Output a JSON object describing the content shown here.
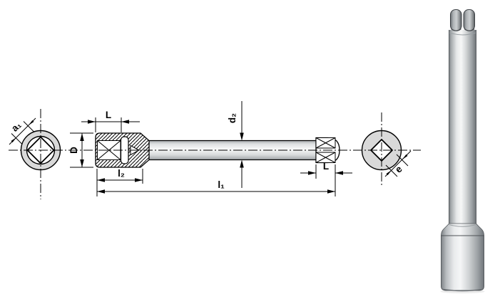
{
  "figure": {
    "labels": {
      "a1": "a₁",
      "D": "D",
      "L_top": "L",
      "d2": "d₂",
      "L_right": "L",
      "l2": "l₂",
      "l1": "l₁",
      "e": "e"
    },
    "colors": {
      "line": "#000000",
      "view_fill": "#d9d9d9",
      "background": "#ffffff",
      "metal_light": "#f6f7f7",
      "metal_mid": "#c9ccce",
      "metal_dark": "#62676b"
    }
  }
}
